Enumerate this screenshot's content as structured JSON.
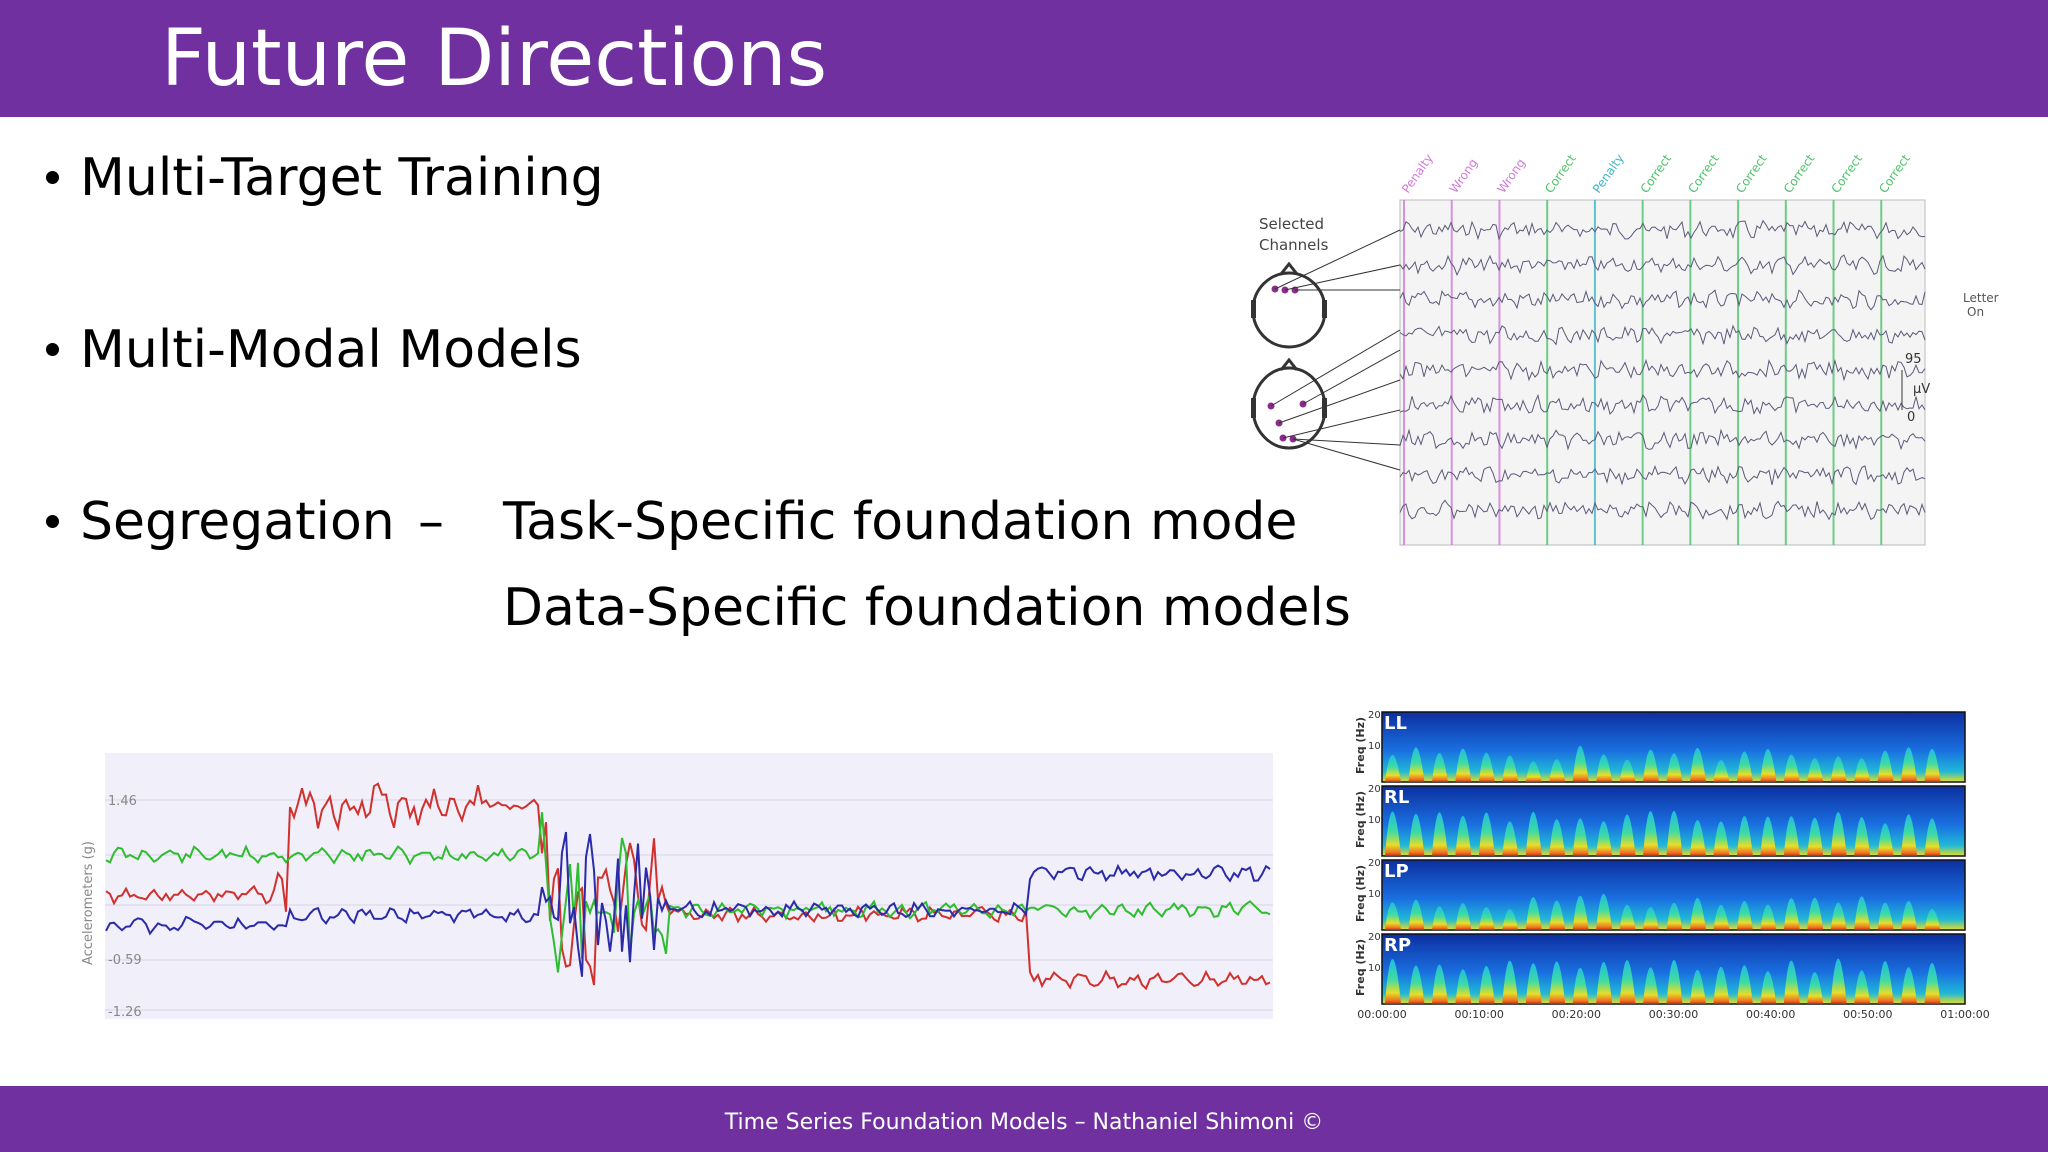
{
  "slide": {
    "title": "Future Directions",
    "footer": "Time Series Foundation Models – Nathaniel Shimoni ©",
    "bullets": [
      {
        "text": "Multi-Target Training"
      },
      {
        "text": "Multi-Modal Models"
      },
      {
        "text": "Segregation",
        "dash": "–",
        "sub1": "Task-Specific foundation mode",
        "sub2": "Data-Specific foundation models"
      }
    ]
  },
  "eeg_figure": {
    "channels_label_1": "Selected",
    "channels_label_2": "Channels",
    "column_labels": [
      "Penalty",
      "Wrong",
      "Wrong",
      "Correct",
      "Penalty",
      "Correct",
      "Correct",
      "Correct",
      "Correct",
      "Correct",
      "Correct"
    ],
    "letter_on_1": "Letter",
    "letter_on_2": "On",
    "scale_top": "95",
    "scale_unit": "μV",
    "scale_bottom": "0",
    "colors": {
      "label_pink": "#d07ad8",
      "label_green": "#4cc36a",
      "label_cyan": "#3ab6c8"
    }
  },
  "accel_figure": {
    "ylabel": "Accelerometers (g)",
    "tick_labels": [
      "1.46",
      "-0.59",
      "-1.26"
    ],
    "colors": {
      "red": "#d0312d",
      "green": "#2ebd2e",
      "blue": "#2b2ba8"
    }
  },
  "spectro_figure": {
    "panels": [
      "LL",
      "RL",
      "LP",
      "RP"
    ],
    "ylabel": "Freq (Hz)",
    "yticks": [
      "20",
      "10"
    ],
    "xticks": [
      "00:00:00",
      "00:10:00",
      "00:20:00",
      "00:30:00",
      "00:40:00",
      "00:50:00",
      "01:00:00"
    ]
  }
}
